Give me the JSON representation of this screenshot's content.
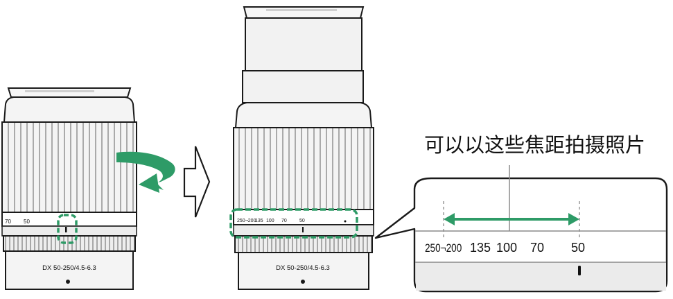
{
  "caption": "可以以这些焦距拍摄照片",
  "lens_before": {
    "model_label": "DX 50-250/4.5-6.3",
    "scale_marks": [
      "70",
      "50"
    ]
  },
  "lens_after": {
    "model_label": "DX 50-250/4.5-6.3",
    "scale_marks": [
      "250",
      "200",
      "135",
      "100",
      "70",
      "50"
    ]
  },
  "callout": {
    "scale_marks": [
      "250",
      "200",
      "135",
      "100",
      "70",
      "50"
    ]
  },
  "colors": {
    "accent_green": "#2e9b67",
    "outline": "#1a1a1a",
    "lens_fill": "#f2f2f2",
    "lens_shade": "#e0e0e0"
  },
  "icons": {
    "rotate_arrow": "curved-green-arrow",
    "transition_arrow": "outline-right-arrow"
  }
}
